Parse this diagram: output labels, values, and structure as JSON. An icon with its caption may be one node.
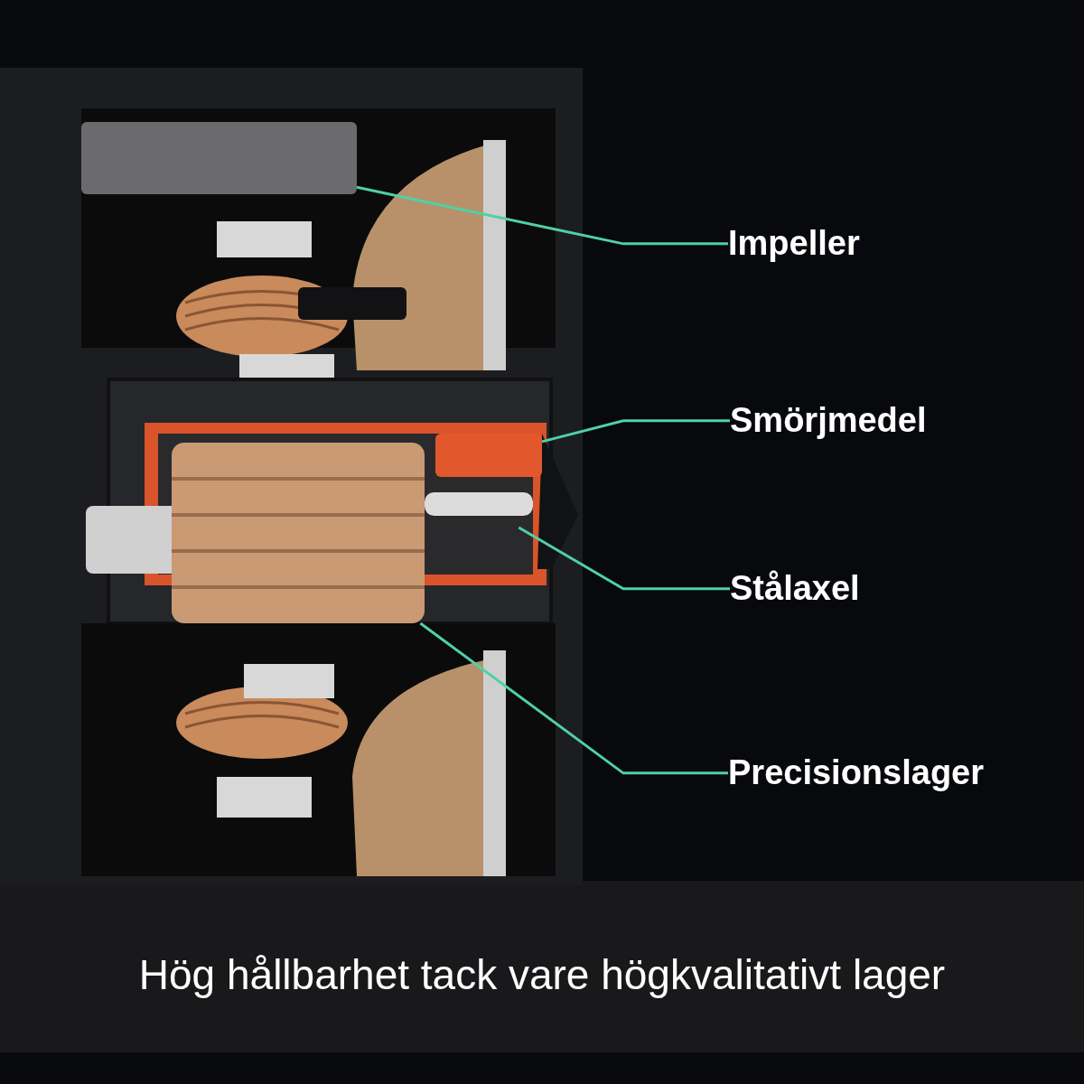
{
  "diagram": {
    "caption": "Hög hållbarhet tack vare högkvalitativt lager",
    "nodes": [
      {
        "text": [
          "Impeller"
        ]
      },
      {
        "text": [
          "Smörjmedel"
        ]
      },
      {
        "text": [
          "Stålaxel"
        ]
      },
      {
        "text": [
          "Precisionslager"
        ]
      },
      {
        "text": [],
        "shape": "box"
      },
      {
        "text": [],
        "shape": "box"
      },
      {
        "text": [],
        "shape": "bar"
      },
      {
        "text": [],
        "shape": "picture"
      }
    ],
    "edges": [
      {
        "from": 0,
        "to": 4,
        "arrow": "none"
      },
      {
        "from": 1,
        "to": 5,
        "arrow": "none"
      },
      {
        "from": 2,
        "to": 6,
        "arrow": "none"
      },
      {
        "from": 3,
        "to": 7,
        "arrow": "none"
      }
    ]
  }
}
